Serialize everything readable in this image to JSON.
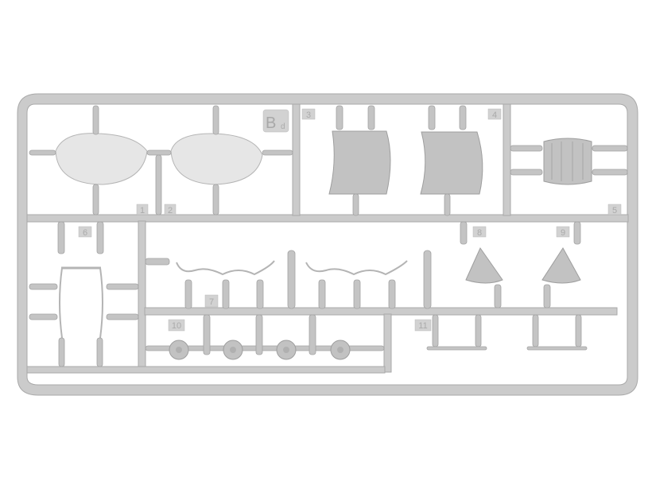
{
  "sprue": {
    "letter": "B",
    "letter_suffix": "d",
    "part_numbers": [
      "1",
      "2",
      "3",
      "4",
      "5",
      "6",
      "7",
      "8",
      "9",
      "10",
      "11"
    ]
  },
  "colors": {
    "plastic": "#cbcbcb",
    "clear_parts": "#e6e6e6",
    "background": "#ffffff"
  }
}
